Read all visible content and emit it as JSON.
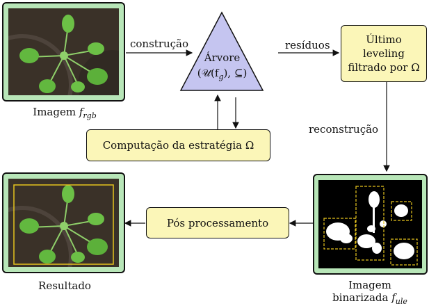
{
  "nodes": {
    "input_caption_base": "Imagem ",
    "input_caption_var": "f",
    "input_caption_sub": "rgb",
    "tree_line1": "Árvore",
    "tree_line2": "(𝒰(f",
    "tree_line2_sub": "g",
    "tree_line2_end": "), ⊆)",
    "last_leveling": [
      "Último",
      "leveling",
      "filtrado por Ω"
    ],
    "strategy": "Computação da estratégia Ω",
    "post_processing": "Pós processamento",
    "result_caption": "Resultado",
    "binary_caption_line1": "Imagem",
    "binary_caption_line2": "binarizada ",
    "binary_caption_var": "f",
    "binary_caption_sub": "ule"
  },
  "edges": {
    "construction": "construção",
    "residues": "resíduos",
    "reconstruction": "reconstrução"
  },
  "colors": {
    "photo_frame": "#b8e6b8",
    "process_box": "#fbf6b8",
    "tree_triangle": "#c5c5f0",
    "bbox_yellow": "#e6c41e",
    "binary_bg": "#000000"
  }
}
